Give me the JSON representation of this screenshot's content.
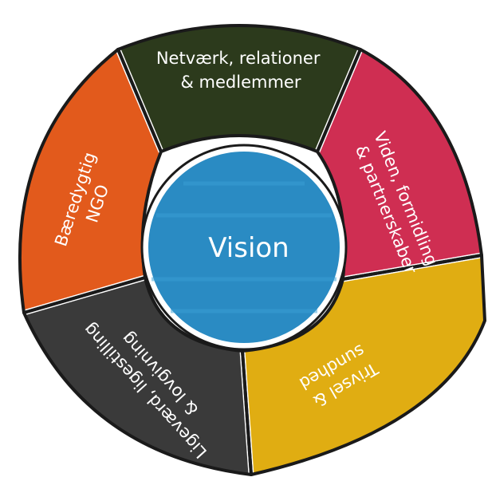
{
  "diagram": {
    "center": {
      "label": "Vision",
      "color": "#2a8bc3"
    },
    "segments": [
      {
        "id": "network",
        "lines": [
          "Netværk, relationer",
          "& medlemmer"
        ],
        "color": "#2c3a1c"
      },
      {
        "id": "knowledge",
        "lines": [
          "Viden, formidling",
          "& partnerskaber"
        ],
        "color": "#cf2e52"
      },
      {
        "id": "wellbeing",
        "lines": [
          "Trivsel &",
          "sundhed"
        ],
        "color": "#e0ad12"
      },
      {
        "id": "equality",
        "lines": [
          "Ligeværd, ligestilling",
          "& lovgivning"
        ],
        "color": "#3a3a3a"
      },
      {
        "id": "sustainable",
        "lines": [
          "Bæredygtig",
          "NGO"
        ],
        "color": "#e25a1c"
      }
    ]
  }
}
